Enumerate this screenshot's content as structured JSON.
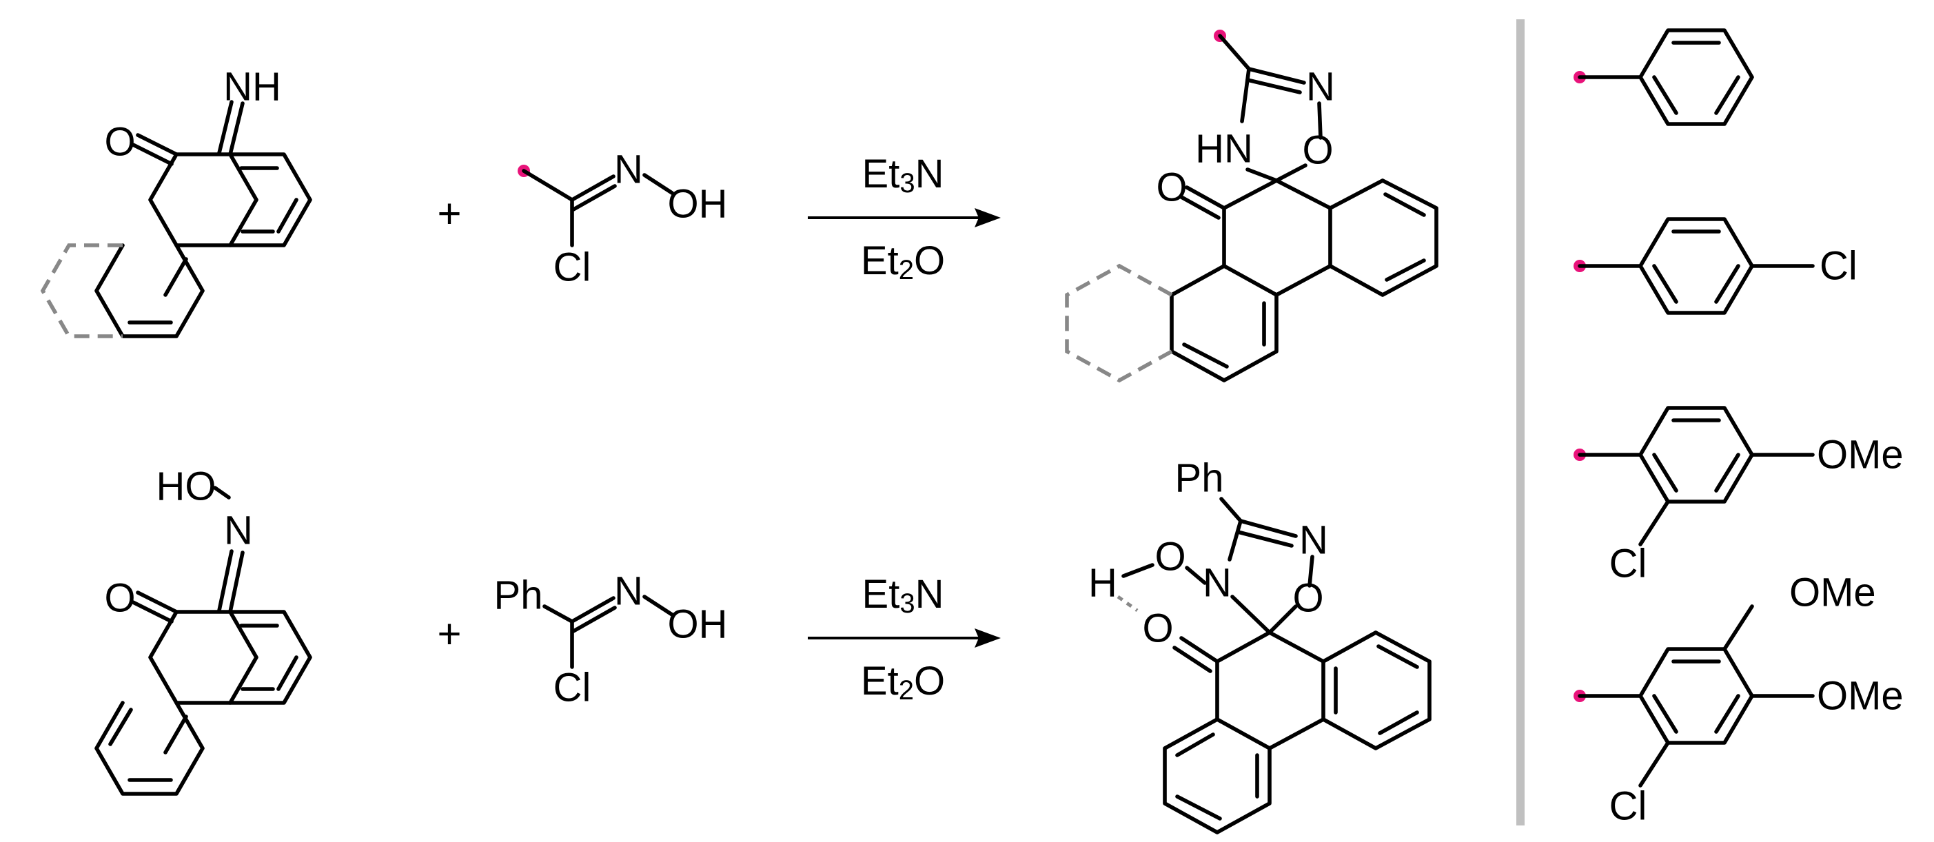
{
  "colors": {
    "attachment_dot": "#e8137a",
    "divider": "#c0c0c0",
    "dashed_ring": "#888888"
  },
  "reaction1": {
    "sm_imine": "NH",
    "sm_ketone": "O",
    "plus": "+",
    "oxime_n": "N",
    "oxime_oh": "OH",
    "oxime_cl": "Cl",
    "reagent_top_base": "Et",
    "reagent_top_sub": "3",
    "reagent_top_end": "N",
    "reagent_bot_base": "Et",
    "reagent_bot_sub": "2",
    "reagent_bot_end": "O",
    "prod_n": "N",
    "prod_o": "O",
    "prod_hn": "HN",
    "prod_ketone": "O"
  },
  "reaction2": {
    "sm_oxime": "HO",
    "sm_n": "N",
    "sm_ketone": "O",
    "plus": "+",
    "oxime_ph": "Ph",
    "oxime_n": "N",
    "oxime_oh": "OH",
    "oxime_cl": "Cl",
    "reagent_top_base": "Et",
    "reagent_top_sub": "3",
    "reagent_top_end": "N",
    "reagent_bot_base": "Et",
    "reagent_bot_sub": "2",
    "reagent_bot_end": "O",
    "prod_ph": "Ph",
    "prod_h": "H",
    "prod_o_ring": "O",
    "prod_n": "N",
    "prod_n2": "N",
    "prod_o2": "O",
    "prod_ketone": "O"
  },
  "substituents": {
    "s2_cl": "Cl",
    "s3_ome": "OMe",
    "s3_cl": "Cl",
    "s4_ome1": "OMe",
    "s4_ome2": "OMe",
    "s4_cl": "Cl"
  }
}
